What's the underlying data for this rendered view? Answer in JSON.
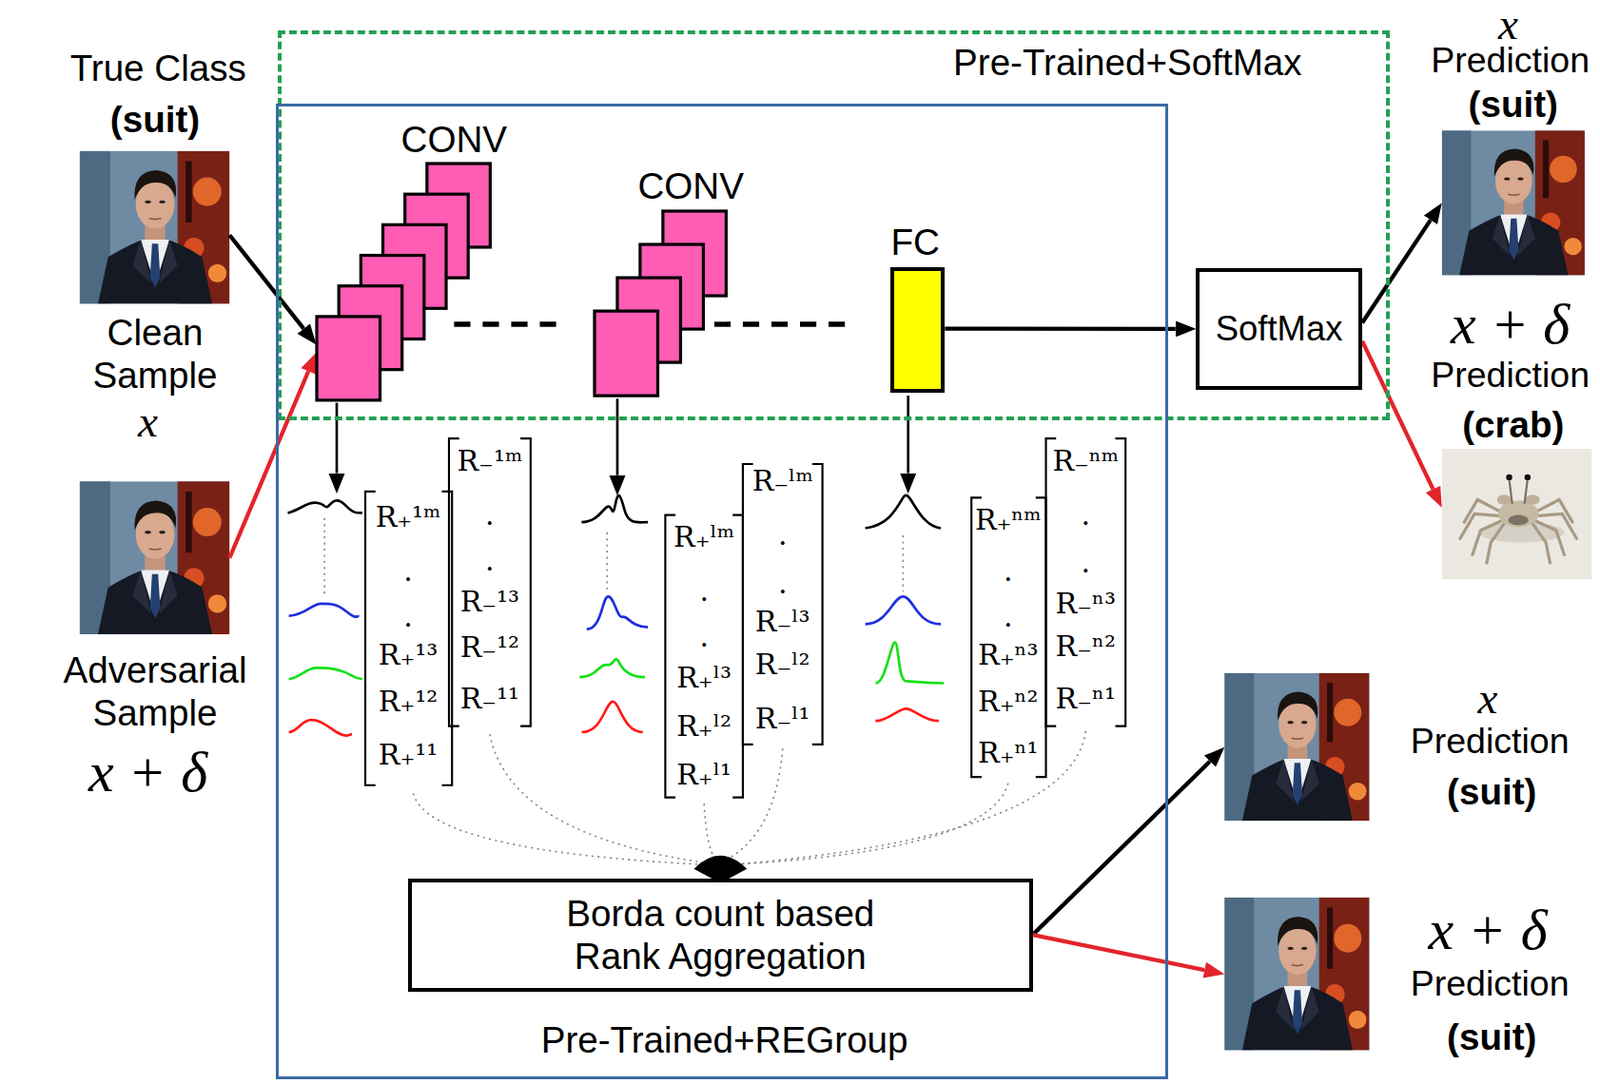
{
  "diagram": {
    "nodes": [
      {
        "text": [
          "True Class",
          "(suit)",
          "Clean Sample",
          "x"
        ]
      },
      {
        "text": [
          "Pre-Trained+SoftMax"
        ]
      },
      {
        "text": [
          "Pre-Trained+REGroup"
        ]
      },
      {
        "text": [
          "CONV"
        ],
        "in": 1
      },
      {
        "text": [
          "CONV"
        ],
        "in": 1
      },
      {
        "text": [
          "FC"
        ],
        "in": 1
      },
      {
        "text": [
          "SoftMax"
        ],
        "in": 1
      },
      {
        "text": [
          "x",
          "Prediction",
          "(suit)"
        ]
      },
      {
        "text": [
          "x + δ",
          "Prediction",
          "(crab)"
        ]
      },
      {
        "text": [
          "Adversarial Sample",
          "x + δ"
        ]
      },
      {
        "text": [
          "Borda count based Rank Aggregation"
        ],
        "in": 2
      },
      {
        "text": [
          "x",
          "Prediction",
          "(suit)"
        ]
      },
      {
        "text": [
          "x + δ",
          "Prediction",
          "(suit)"
        ]
      }
    ],
    "edges": [
      {
        "from": 0,
        "to": 3,
        "arrow": "to"
      },
      {
        "from": 9,
        "to": 3,
        "arrow": "to"
      },
      {
        "from": 5,
        "to": 6,
        "arrow": "to"
      },
      {
        "from": 6,
        "to": 7,
        "arrow": "to"
      },
      {
        "from": 6,
        "to": 8,
        "arrow": "to"
      },
      {
        "from": 10,
        "to": 11,
        "arrow": "to"
      },
      {
        "from": 10,
        "to": 12,
        "arrow": "to"
      }
    ],
    "labels": [
      "R₊¹ᵐ",
      ".",
      ".",
      "R₊¹³",
      "R₊¹²",
      "R₊¹¹",
      "R₋¹ᵐ",
      ".",
      ".",
      "R₋¹³",
      "R₋¹²",
      "R₋¹¹",
      "R₊ˡᵐ",
      ".",
      ".",
      "R₊ˡ³",
      "R₊ˡ²",
      "R₊ˡ¹",
      "R₋ˡᵐ",
      ".",
      ".",
      "R₋ˡ³",
      "R₋ˡ²",
      "R₋ˡ¹",
      "R₊ⁿᵐ",
      ".",
      ".",
      "R₊ⁿ³",
      "R₊ⁿ²",
      "R₊ⁿ¹",
      "R₋ⁿᵐ",
      ".",
      ".",
      "R₋ⁿ³",
      "R₋ⁿ²",
      "R₋ⁿ¹"
    ]
  }
}
